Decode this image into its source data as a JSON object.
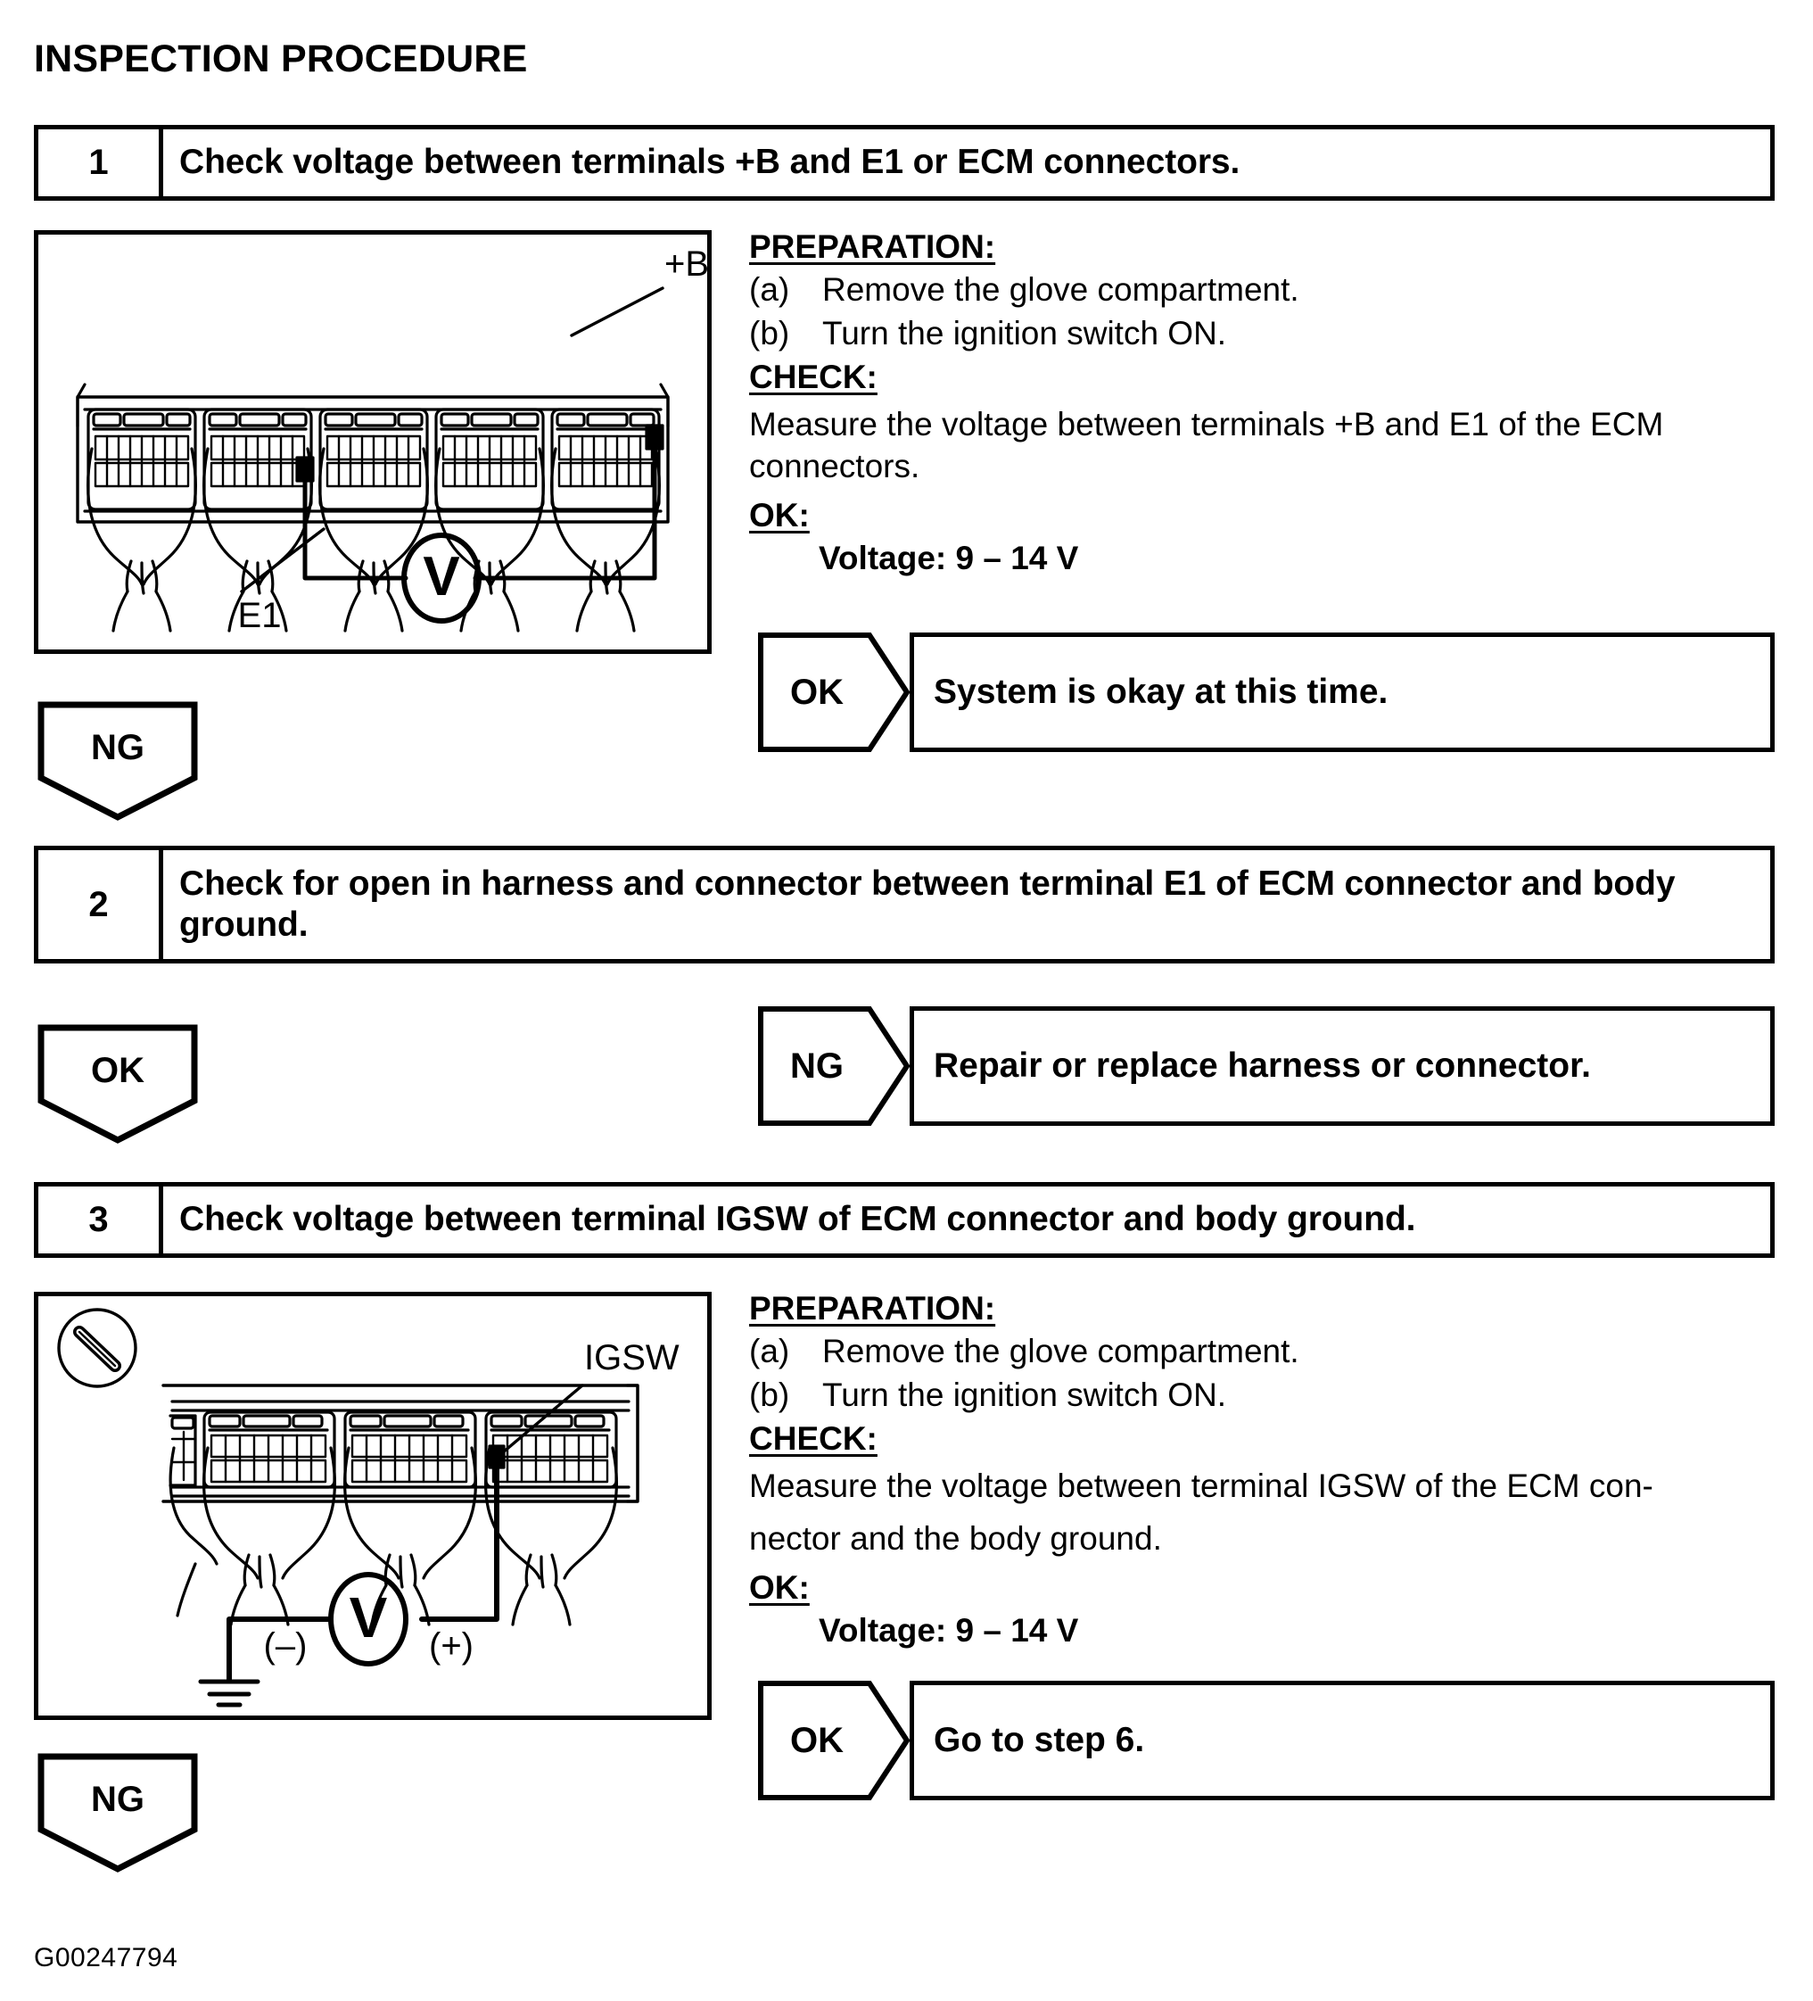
{
  "page": {
    "title": "INSPECTION PROCEDURE",
    "figure_code": "G00247794"
  },
  "steps": [
    {
      "number": "1",
      "title": "Check voltage between terminals +B and E1 or ECM connectors.",
      "preparation_head": "PREPARATION:",
      "preparation": [
        {
          "label": "(a)",
          "text": "Remove the glove compartment."
        },
        {
          "label": "(b)",
          "text": "Turn the ignition switch ON."
        }
      ],
      "check_head": "CHECK:",
      "check_text": "Measure the voltage between terminals +B and E1 of the ECM connectors.",
      "ok_head": "OK:",
      "spec": "Voltage: 9 – 14 V",
      "result": {
        "arrow_label": "OK",
        "box_text": "System is okay at this time."
      },
      "next_arrow": "NG",
      "figure": {
        "labels": [
          "+B",
          "E1"
        ],
        "meter_label": "V",
        "connector_count": 5
      }
    },
    {
      "number": "2",
      "title": "Check for open in harness and connector between terminal E1 of ECM connector and body ground.",
      "result": {
        "arrow_label": "NG",
        "box_text": "Repair or replace harness or connector."
      },
      "next_arrow": "OK"
    },
    {
      "number": "3",
      "title": "Check voltage between terminal IGSW of ECM connector and body ground.",
      "preparation_head": "PREPARATION:",
      "preparation": [
        {
          "label": "(a)",
          "text": "Remove the glove compartment."
        },
        {
          "label": "(b)",
          "text": "Turn the ignition switch ON."
        }
      ],
      "check_head": "CHECK:",
      "check_text": "Measure the voltage between terminal IGSW of the ECM con-nector and the body ground.",
      "check_text_line1": "Measure the voltage between terminal IGSW of the ECM con-",
      "check_text_line2": "nector and the body ground.",
      "ok_head": "OK:",
      "spec": "Voltage: 9 – 14 V",
      "result": {
        "arrow_label": "OK",
        "box_text": "Go to step 6."
      },
      "next_arrow": "NG",
      "figure": {
        "labels": [
          "IGSW"
        ],
        "meter_label": "V",
        "polarity_minus": "(–)",
        "polarity_plus": "(+)",
        "connector_count": 4,
        "view_icon": "screw-head-icon"
      }
    }
  ],
  "colors": {
    "ink": "#000000",
    "paper": "#ffffff"
  }
}
